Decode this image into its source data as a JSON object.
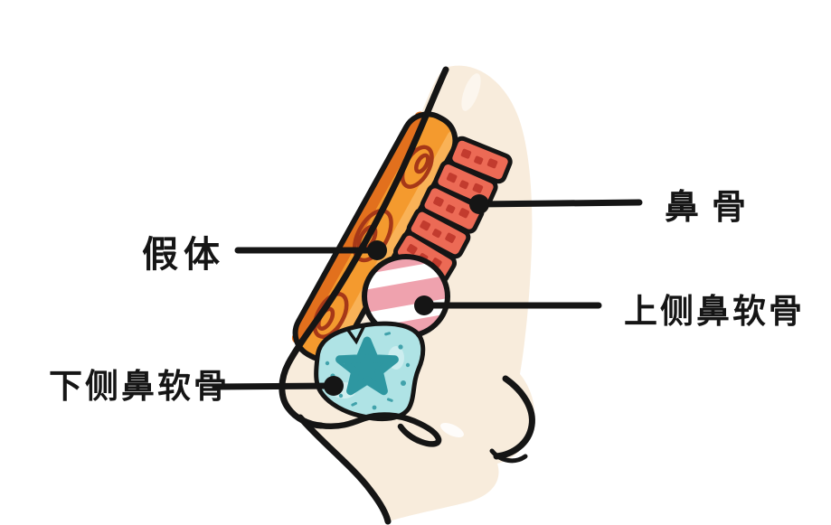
{
  "diagram": {
    "labels": {
      "implant": "假体",
      "nasal_bone": "鼻骨",
      "upper_lateral_cartilage": "上侧鼻软骨",
      "lower_lateral_cartilage": "下侧鼻软骨"
    },
    "colors": {
      "background": "#FFFFFF",
      "outline": "#151515",
      "skin": "#F8ECDC",
      "implant_orange": "#F49A2E",
      "implant_edge_dark": "#E2701D",
      "implant_edge_light": "#F9B257",
      "implant_swirl": "#A63818",
      "bone_red": "#EC6A55",
      "bone_spot": "#C23B2E",
      "cartilage_pink": "#EFA2AE",
      "stripe_white": "#FFFFFF",
      "cartilage_blue": "#AFE3E5",
      "star_teal": "#2E97A1"
    }
  }
}
